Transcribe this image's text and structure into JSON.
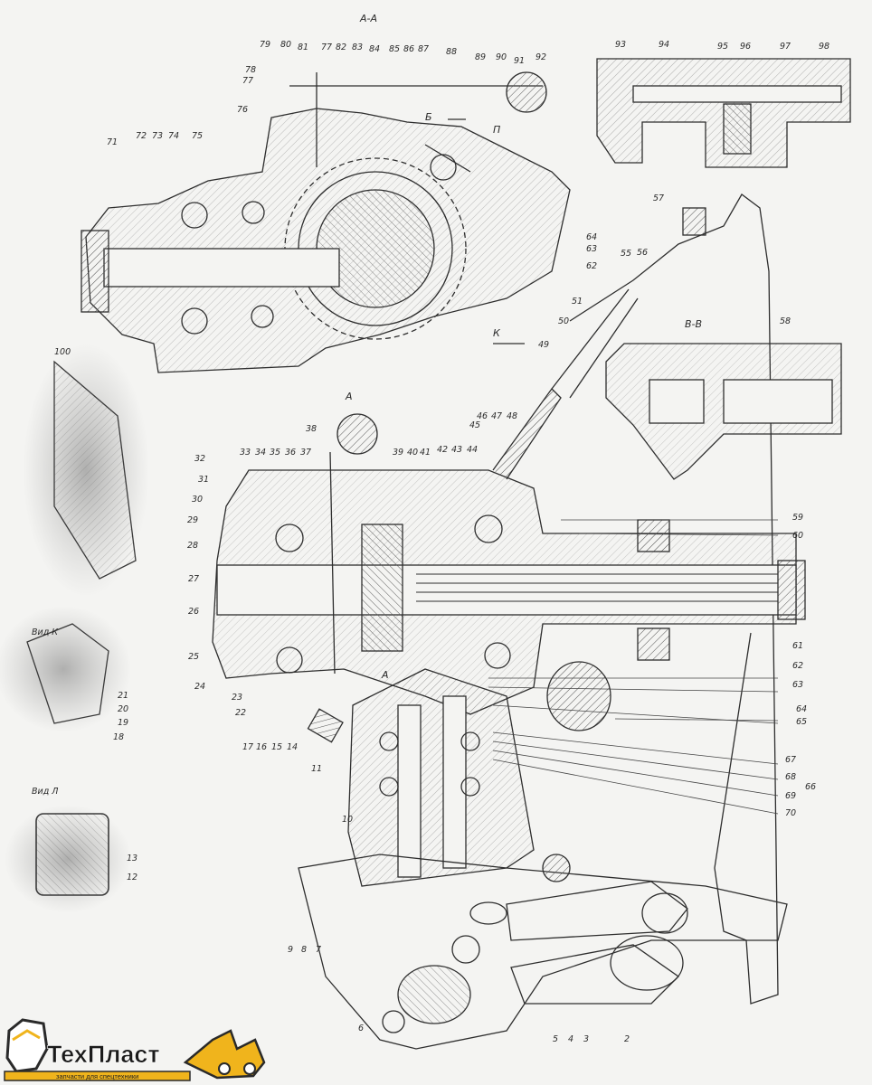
{
  "sections": {
    "aa": "А-А",
    "bb": "В-В",
    "b_arrow": "Б",
    "p_mark": "П",
    "k_mark": "К",
    "a_mark": "А",
    "a_mark2": "А"
  },
  "side_views": {
    "top_label": "100",
    "mid_label": "Вид К",
    "bottom_label": "Вид Л"
  },
  "callouts": {
    "n71": "71",
    "n72": "72",
    "n73": "73",
    "n74": "74",
    "n75": "75",
    "n76": "76",
    "n77": "77",
    "n78": "78",
    "n79": "79",
    "n80": "80",
    "n81": "81",
    "n82": "82",
    "n83": "83",
    "n84": "84",
    "n85": "85",
    "n86": "86",
    "n87": "87",
    "n88": "88",
    "n89": "89",
    "n90": "90",
    "n91": "91",
    "n92": "92",
    "n93": "93",
    "n94": "94",
    "n95": "95",
    "n96": "96",
    "n97": "97",
    "n98": "98",
    "n57": "57",
    "n64a": "64",
    "n63a": "63",
    "n62a": "62",
    "n55": "55",
    "n56": "56",
    "n51": "51",
    "n50": "50",
    "n49": "49",
    "n58": "58",
    "n32": "32",
    "n33": "33",
    "n34": "34",
    "n35": "35",
    "n36": "36",
    "n37": "37",
    "n38": "38",
    "n39": "39",
    "n40": "40",
    "n41": "41",
    "n42": "42",
    "n43": "43",
    "n44": "44",
    "n45": "45",
    "n46": "46",
    "n47": "47",
    "n48": "48",
    "n31": "31",
    "n30": "30",
    "n29": "29",
    "n28": "28",
    "n27": "27",
    "n26": "26",
    "n25": "25",
    "n24": "24",
    "n23": "23",
    "n22": "22",
    "n17": "17",
    "n16": "16",
    "n15": "15",
    "n14": "14",
    "n11": "11",
    "n10": "10",
    "n59": "59",
    "n60": "60",
    "n61": "61",
    "n62": "62",
    "n63": "63",
    "n64": "64",
    "n65": "65",
    "n66": "66",
    "n67": "67",
    "n68": "68",
    "n69": "69",
    "n70": "70",
    "n21": "21",
    "n20": "20",
    "n19": "19",
    "n18": "18",
    "n13": "13",
    "n12": "12",
    "n9": "9",
    "n8": "8",
    "n7": "7",
    "n6": "6",
    "n5": "5",
    "n4": "4",
    "n3": "3",
    "n2": "2"
  },
  "logo": {
    "name": "ТехПласт",
    "tagline": "запчасти для спецтехники",
    "colors": {
      "text": "#1a1a1a",
      "accent": "#f0b41c",
      "outline": "#2a2a2a"
    }
  },
  "colors": {
    "paper": "#f4f4f2",
    "ink": "#2e2e2e",
    "hatch": "#555555",
    "smudge": "#8a8a8a"
  }
}
